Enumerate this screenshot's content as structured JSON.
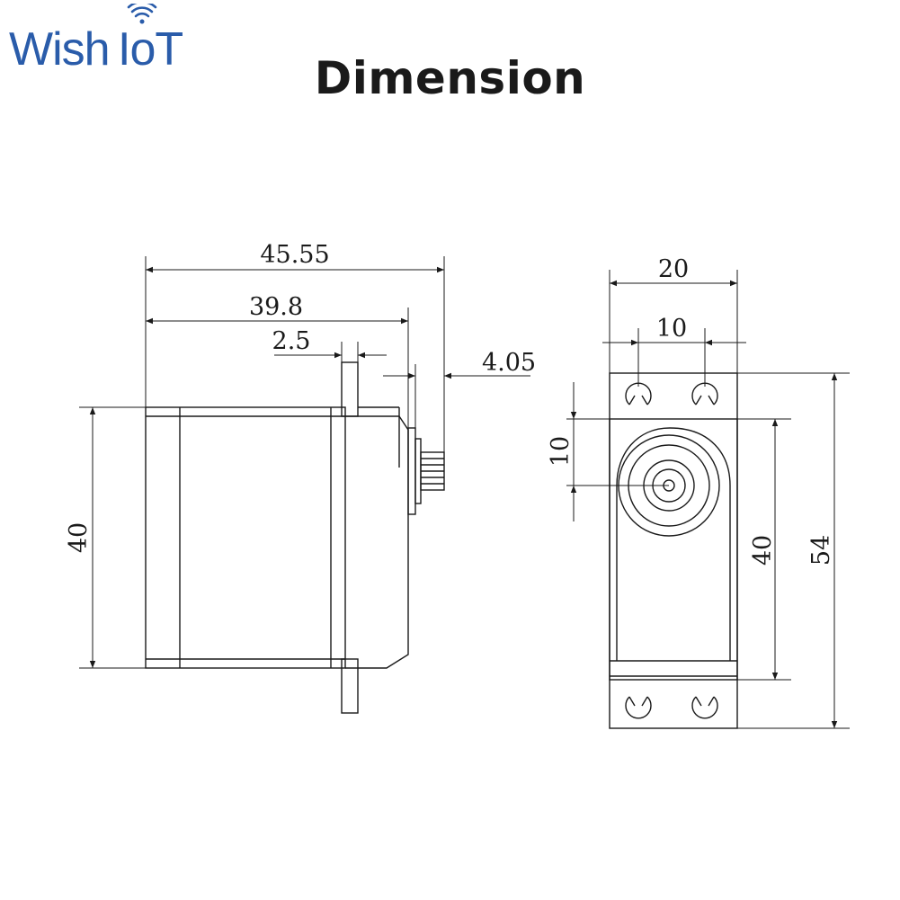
{
  "brand": {
    "name": "WishIoT",
    "logo_color": "#2a5caa",
    "wifi_color": "#2a5caa"
  },
  "title": "Dimension",
  "dimensions": {
    "side_view": {
      "overall_length": "45.55",
      "case_length": "39.8",
      "flange_thickness": "2.5",
      "spline_height": "4.05",
      "height": "40"
    },
    "front_view": {
      "width": "20",
      "hole_spacing": "10",
      "shaft_offset": "10",
      "body_height": "40",
      "overall_height": "54"
    }
  },
  "colors": {
    "line": "#1a1a1a",
    "background": "#ffffff"
  }
}
